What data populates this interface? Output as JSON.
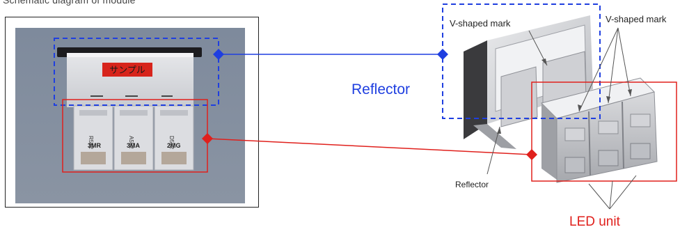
{
  "header": {
    "text": "Schematic diagram of module"
  },
  "photo": {
    "sample_label": "サンプル",
    "led_labels": [
      "3MR",
      "3MA",
      "2MG"
    ],
    "led_codes": [
      "R552",
      "A552",
      "D552"
    ]
  },
  "diagram": {
    "v_mark_label_1": "V-shaped mark",
    "v_mark_label_2": "V-shaped mark",
    "reflector_blue_label": "Reflector",
    "reflector_small_label": "Reflector",
    "led_unit_label": "LED unit"
  },
  "colors": {
    "reflector": "#1f3fe0",
    "led_unit": "#e0201c"
  }
}
